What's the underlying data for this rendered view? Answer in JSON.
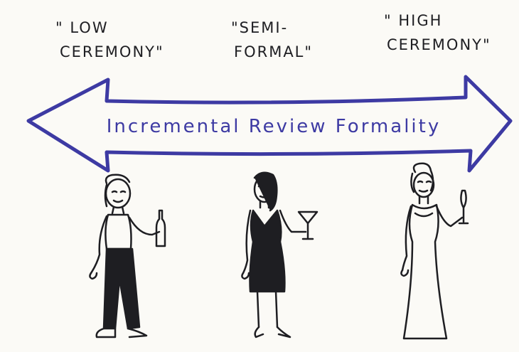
{
  "formality_levels": [
    {
      "id": "low",
      "line1": "\" Low",
      "line2": "Ceremony\""
    },
    {
      "id": "semi",
      "line1": "\"Semi-",
      "line2": "Formal\""
    },
    {
      "id": "high",
      "line1": "\" High",
      "line2": "Ceremony\""
    }
  ],
  "axis": {
    "label": "Incremental Review Formality",
    "color": "#3d3aa3"
  },
  "figures": [
    {
      "id": "low",
      "icon": "casual-woman-with-bottle-icon"
    },
    {
      "id": "semi",
      "icon": "cocktail-dress-woman-with-martini-icon"
    },
    {
      "id": "high",
      "icon": "gown-woman-with-champagne-icon"
    }
  ],
  "colors": {
    "ink": "#1e1e22",
    "arrow": "#3d3aa3",
    "paper": "#fbfaf6"
  }
}
